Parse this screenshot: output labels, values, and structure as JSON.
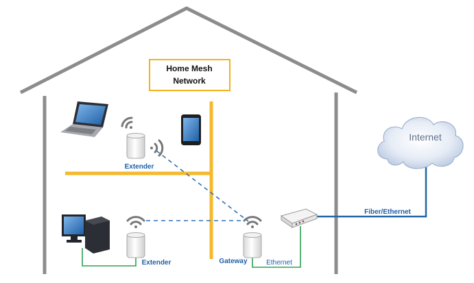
{
  "title": {
    "line1": "Home Mesh",
    "line2": "Network"
  },
  "internet": {
    "label": "Internet"
  },
  "links": {
    "fiber": "Fiber/Ethernet",
    "ethernet": "Ethernet"
  },
  "nodes": {
    "extender_top": "Extender",
    "extender_bottom": "Extender",
    "gateway": "Gateway"
  },
  "colors": {
    "house": "#8c8c8c",
    "title_border": "#f2b21a",
    "floor": "#f5b82a",
    "wifi_link": "#2f6fb4",
    "ethernet": "#2aa052",
    "fiber": "#2467a6",
    "label_blue": "#1e5fa8"
  },
  "icons": [
    "laptop-icon",
    "phone-icon",
    "desktop-pc-icon",
    "cloud-icon",
    "router-icon",
    "wifi-icon"
  ]
}
